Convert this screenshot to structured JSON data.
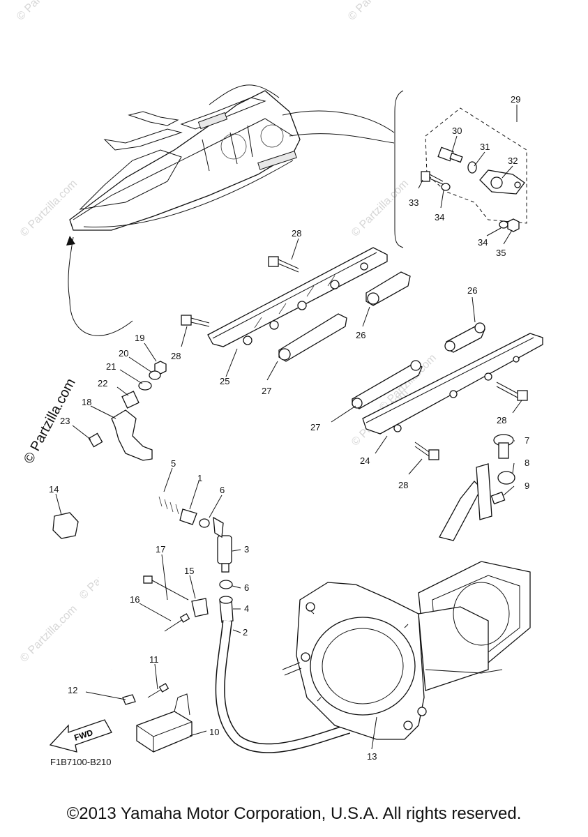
{
  "diagram_code": "F1B7100-B210",
  "fwd_label": "FWD",
  "copyright": "©2013 Yamaha Motor Corporation, U.S.A. All rights reserved.",
  "watermark": "© Partzilla.com",
  "labels": {
    "l1": "1",
    "l2": "2",
    "l3": "3",
    "l4": "4",
    "l5": "5",
    "l6a": "6",
    "l6b": "6",
    "l7": "7",
    "l8": "8",
    "l9": "9",
    "l10": "10",
    "l11": "11",
    "l12": "12",
    "l13": "13",
    "l14": "14",
    "l15": "15",
    "l16": "16",
    "l17": "17",
    "l18": "18",
    "l19": "19",
    "l20": "20",
    "l21": "21",
    "l22": "22",
    "l23": "23",
    "l24": "24",
    "l25": "25",
    "l26a": "26",
    "l26b": "26",
    "l27a": "27",
    "l27b": "27",
    "l28a": "28",
    "l28b": "28",
    "l28c": "28",
    "l28d": "28",
    "l29": "29",
    "l30": "30",
    "l31": "31",
    "l32": "32",
    "l33": "33",
    "l34a": "34",
    "l34b": "34",
    "l35": "35"
  }
}
